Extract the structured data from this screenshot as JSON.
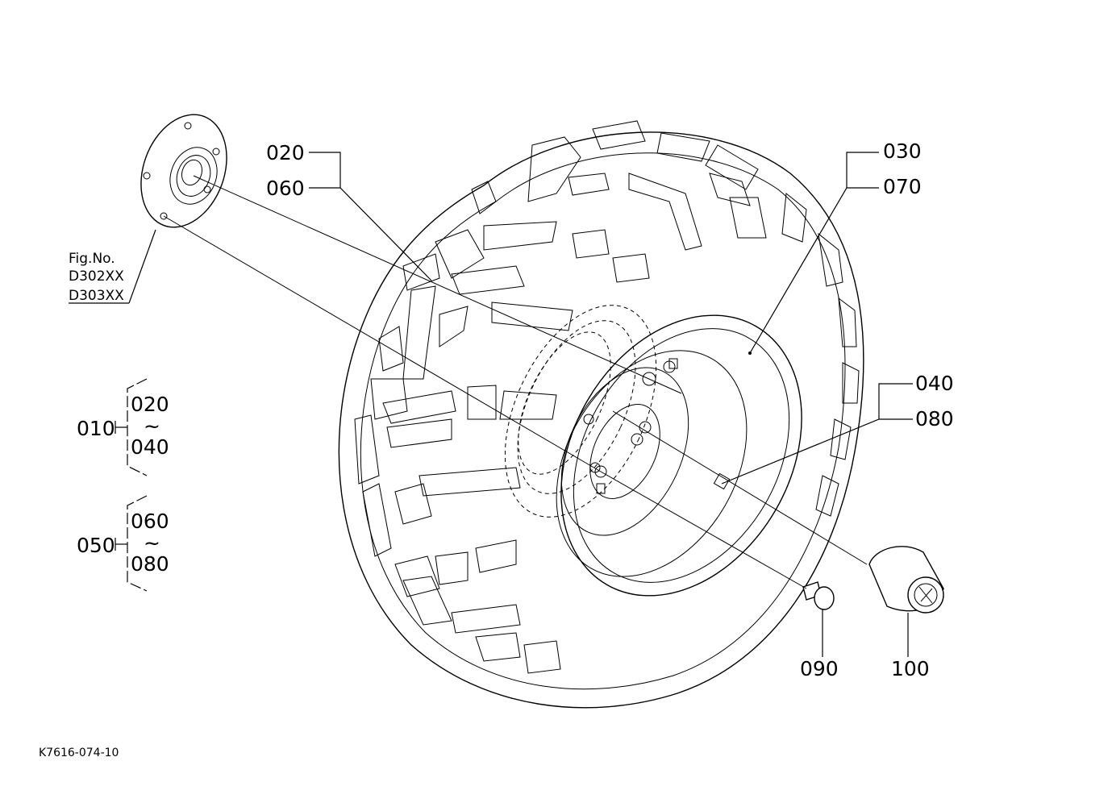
{
  "callouts": {
    "c020": "020",
    "c060": "060",
    "c030": "030",
    "c070": "070",
    "c040": "040",
    "c080": "080",
    "c090": "090",
    "c100": "100"
  },
  "fig_ref": {
    "line1": "Fig.No.",
    "line2": "D302XX",
    "line3": "D303XX"
  },
  "groups": [
    {
      "id": "010",
      "from": "020",
      "tilde": "~",
      "to": "040"
    },
    {
      "id": "050",
      "from": "060",
      "tilde": "~",
      "to": "080"
    }
  ],
  "drawing_code": "K7616-074-10"
}
